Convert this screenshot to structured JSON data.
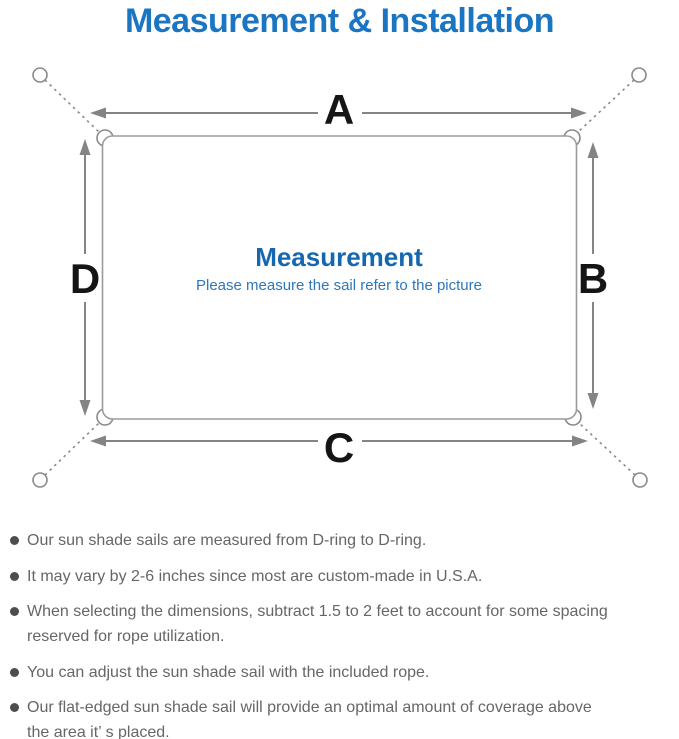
{
  "title": "Measurement & Installation",
  "diagram": {
    "labels": {
      "top": "A",
      "right": "B",
      "bottom": "C",
      "left": "D"
    },
    "center_heading": "Measurement",
    "center_subtitle": "Please measure the sail refer to the picture"
  },
  "bullets": [
    {
      "lines": [
        "Our sun shade sails are measured from D-ring to D-ring."
      ]
    },
    {
      "lines": [
        "It may vary by 2-6 inches since most are custom-made in U.S.A."
      ]
    },
    {
      "lines": [
        "When selecting the dimensions, subtract 1.5 to 2 feet to account for some spacing",
        "reserved for rope utilization."
      ]
    },
    {
      "lines": [
        "You can adjust the sun shade sail with the included rope."
      ]
    },
    {
      "lines": [
        "Our flat-edged sun shade sail will provide an optimal amount of coverage above",
        "the area it’ s placed."
      ]
    }
  ],
  "colors": {
    "title_blue": "#1a76c2",
    "center_heading_blue": "#1568b0",
    "center_subtitle_blue": "#2d77bb",
    "line_gray": "#8a8a8a",
    "sail_border_gray": "#9b9b9b",
    "dimension_letter_black": "#151515",
    "bullet_text_gray": "#666666"
  }
}
